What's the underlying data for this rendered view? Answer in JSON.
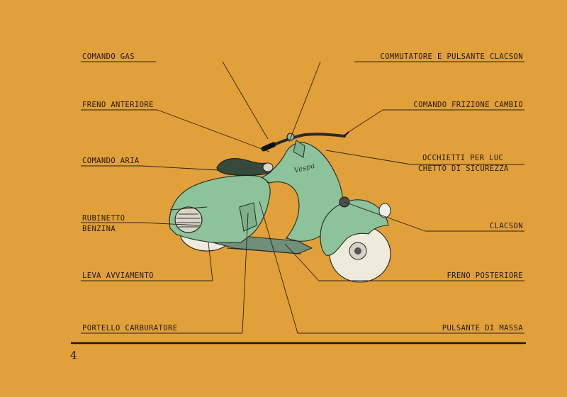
{
  "labels": {
    "comando_gas": "COMANDO GAS",
    "freno_anteriore": "FRENO ANTERIORE",
    "comando_aria": "COMANDO ARIA",
    "rubinetto_l1": "RUBINETTO",
    "rubinetto_l2": "BENZINA",
    "leva_avviamento": "LEVA AVVIAMENTO",
    "portello_carburatore": "PORTELLO CARBURATORE",
    "commutatore": "COMMUTATORE E PULSANTE CLACSON",
    "comando_frizione": "COMANDO FRIZIONE CAMBIO",
    "occhietti_l1": "OCCHIETTI PER LUC",
    "occhietti_l2": "CHETTO DI SICUREZZA",
    "clacson": "CLACSON",
    "freno_posteriore": "FRENO POSTERIORE",
    "pulsante_massa": "PULSANTE DI MASSA"
  },
  "page_number": "4",
  "colors": {
    "background": "#E2A03A",
    "scooter_body": "#8DC39A",
    "ink": "#1f1a14"
  }
}
